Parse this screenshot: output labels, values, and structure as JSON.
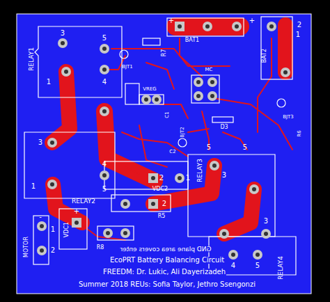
{
  "diagram": {
    "nodes": [
      {
        "text": [
          "RELAY1"
        ]
      },
      {
        "text": [
          "RELAY2"
        ]
      },
      {
        "text": [
          "RELAY3"
        ]
      },
      {
        "text": [
          "RELAY4"
        ]
      }
    ],
    "labels": [
      "3",
      "5",
      "1",
      "4",
      "R7",
      "BJT1",
      "+",
      "BAT1",
      "+",
      "BAT2",
      "2",
      "1",
      "VREG",
      "C1",
      "C2",
      "MC",
      "D3",
      "BJT2",
      "BJT3",
      "R6",
      "5",
      "5",
      "3",
      "4",
      "1",
      "5",
      "2",
      "1",
      "VDC2",
      "R5",
      "2",
      "VDC1",
      "+",
      "MOTOR",
      "-",
      "1",
      "2",
      "R8",
      "3",
      "3",
      "4",
      "5",
      "GND plane area covers enter",
      "EcoPRT Battery Balancing Circuit",
      "FREEDM: Dr. Lukic, Ali Dayerizadeh",
      "Summer 2018 REUs: Sofia Taylor, Jethro Ssengonzi"
    ]
  }
}
